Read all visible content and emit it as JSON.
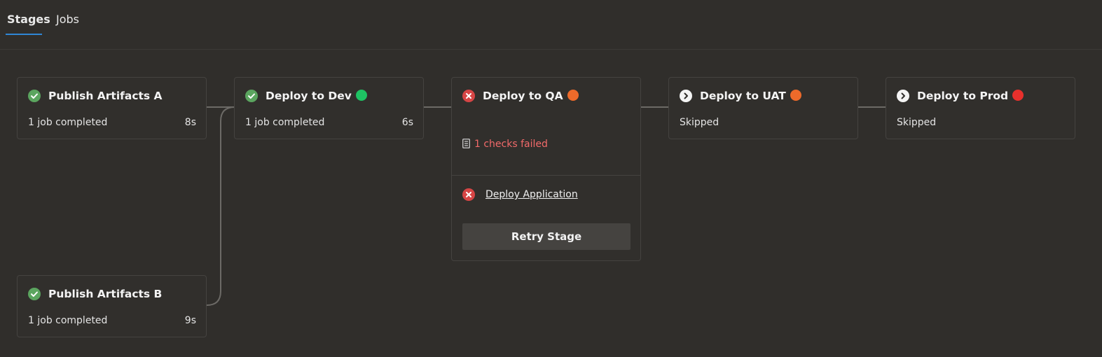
{
  "tabs": [
    {
      "label": "Stages",
      "active": true
    },
    {
      "label": "Jobs",
      "active": false
    }
  ],
  "colors": {
    "success": "#5ba55f",
    "failed": "#d64545",
    "skipped": "#f4f4f4",
    "dot_green": "#1ec363",
    "dot_orange": "#ee6a2a",
    "dot_red": "#e8302c",
    "accent": "#2f86d6"
  },
  "stages": {
    "publish_a": {
      "title": "Publish Artifacts A",
      "status": "success",
      "meta": "1 job completed",
      "duration": "8s"
    },
    "publish_b": {
      "title": "Publish Artifacts B",
      "status": "success",
      "meta": "1 job completed",
      "duration": "9s"
    },
    "dev": {
      "title": "Deploy to Dev",
      "status": "success",
      "dot": "green",
      "meta": "1 job completed",
      "duration": "6s"
    },
    "qa": {
      "title": "Deploy to QA",
      "status": "failed",
      "dot": "orange",
      "checks": "1 checks failed",
      "job": "Deploy Application",
      "retry_label": "Retry Stage"
    },
    "uat": {
      "title": "Deploy to UAT",
      "status": "skipped",
      "dot": "orange",
      "meta": "Skipped"
    },
    "prod": {
      "title": "Deploy to Prod",
      "status": "skipped",
      "dot": "red",
      "meta": "Skipped"
    }
  }
}
